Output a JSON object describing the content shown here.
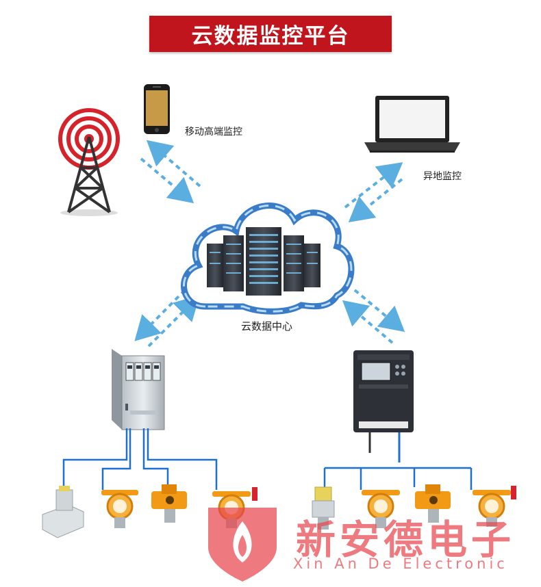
{
  "title": "云数据监控平台",
  "labels": {
    "mobile": "移动高端监控",
    "remote": "异地监控",
    "center": "云数据中心"
  },
  "watermark": {
    "cn": "新安德电子",
    "en": "Xin An De Electronic"
  },
  "colors": {
    "title_bg": "#c0151c",
    "arrow": "#5aaee0",
    "wire": "#1f6fd1",
    "sensor": "#f29a16",
    "watermark": "#e8474f"
  },
  "icons": [
    "signal-tower-icon",
    "smartphone-icon",
    "laptop-icon",
    "cloud-server-icon",
    "wall-controller-icon",
    "alarm-controller-icon",
    "gas-detector-icon",
    "logo-icon"
  ]
}
